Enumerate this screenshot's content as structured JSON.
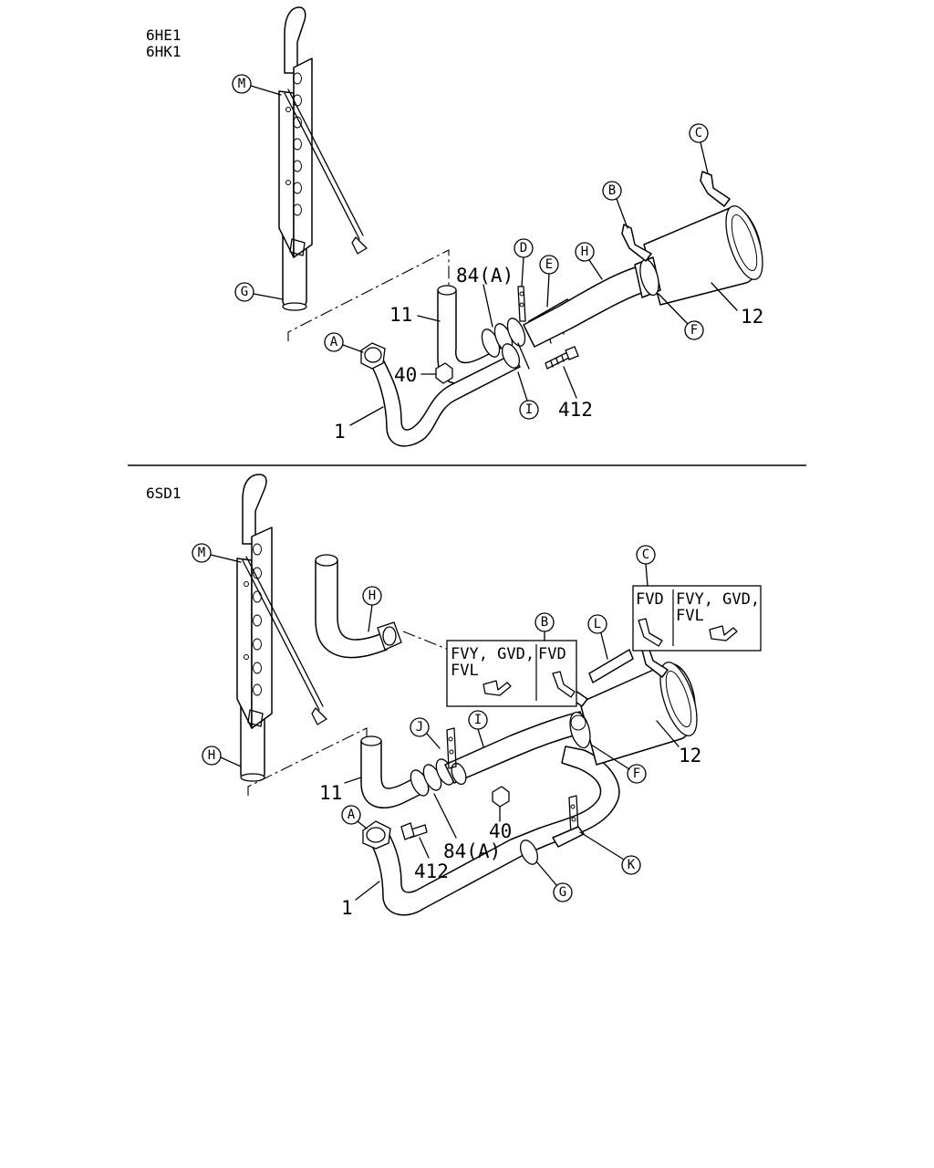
{
  "sections": [
    {
      "models": [
        "6HE1",
        "6HK1"
      ],
      "callouts": [
        "A",
        "B",
        "C",
        "D",
        "E",
        "F",
        "G",
        "H",
        "I",
        "M"
      ],
      "part_numbers": [
        "1",
        "11",
        "12",
        "40",
        "84(A)",
        "412"
      ]
    },
    {
      "models": [
        "6SD1"
      ],
      "callouts": [
        "A",
        "B",
        "C",
        "F",
        "G",
        "H",
        "H",
        "I",
        "J",
        "K",
        "L",
        "M"
      ],
      "part_numbers": [
        "1",
        "11",
        "12",
        "40",
        "84(A)",
        "412"
      ],
      "variant_boxes": [
        {
          "callout": "B",
          "left": [
            "FVY, GVD,",
            "FVL"
          ],
          "right": [
            "FVD"
          ]
        },
        {
          "callout": "C",
          "left": [
            "FVD"
          ],
          "right": [
            "FVY, GVD,",
            "FVL"
          ]
        }
      ]
    }
  ]
}
